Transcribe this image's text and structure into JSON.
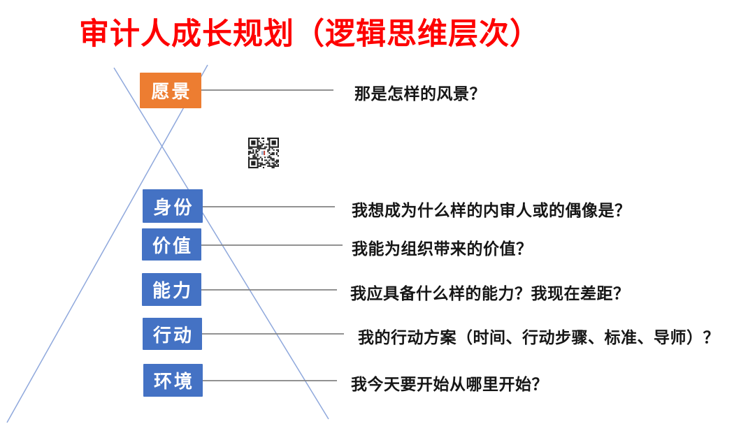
{
  "title": "审计人成长规划（逻辑思维层次）",
  "colors": {
    "title_red": "#FE0000",
    "vision_box_orange": "#ED7D31",
    "level_box_blue": "#4472C4",
    "diagonal_line_blue": "#8FA8DC",
    "connector_line_gray": "#828282",
    "question_text": "#161616",
    "box_text": "#FFFFFF"
  },
  "icons": {
    "qr_code": "qr-code"
  },
  "levels": [
    {
      "id": "vision",
      "label": "愿景",
      "question": "那是怎样的风景？"
    },
    {
      "id": "identity",
      "label": "身份",
      "question": "我想成为什么样的内审人或的偶像是？"
    },
    {
      "id": "value",
      "label": "价值",
      "question": "我能为组织带来的价值？"
    },
    {
      "id": "ability",
      "label": "能力",
      "question": "我应具备什么样的能力？我现在差距？"
    },
    {
      "id": "action",
      "label": "行动",
      "question": "我的行动方案（时间、行动步骤、标准、导师）？"
    },
    {
      "id": "environment",
      "label": "环境",
      "question": "我今天要开始从哪里开始？"
    }
  ]
}
